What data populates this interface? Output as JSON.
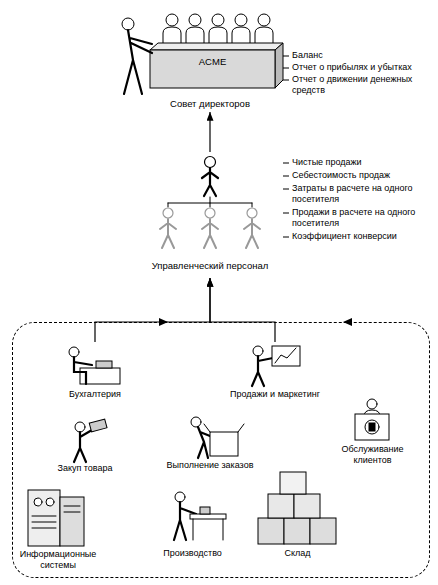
{
  "diagram": {
    "nodes": [
      {
        "text": [
          "ACME",
          "Совет директоров"
        ]
      },
      {
        "text": [
          "Управленческий персонал"
        ]
      },
      {
        "text": []
      },
      {
        "text": [
          "Бухгалтерия"
        ],
        "in": 2
      },
      {
        "text": [
          "Продажи и маркетинг"
        ],
        "in": 2
      },
      {
        "text": [
          "Обслуживание клиентов"
        ],
        "in": 2
      },
      {
        "text": [
          "Закуп товара"
        ],
        "in": 2
      },
      {
        "text": [
          "Выполнение заказов"
        ],
        "in": 2
      },
      {
        "text": [
          "Информационные системы"
        ],
        "in": 2
      },
      {
        "text": [
          "Производство"
        ],
        "in": 2
      },
      {
        "text": [
          "Склад"
        ],
        "in": 2
      }
    ],
    "edges": [
      {
        "from": 1,
        "to": 0,
        "arrow": "to"
      },
      {
        "from": 3,
        "to": 1,
        "arrow": "to"
      },
      {
        "from": 4,
        "to": 1,
        "arrow": "to"
      }
    ],
    "labels": [
      "Баланс",
      "Отчет о прибылях и убытках",
      "Отчет о движении денежных средств",
      "Чистые продажи",
      "Себестоимость продаж",
      "Затраты в расчете на одного посетителя",
      "Продажи в расчете на одного посетителя",
      "Коэффициент конверсии"
    ]
  }
}
